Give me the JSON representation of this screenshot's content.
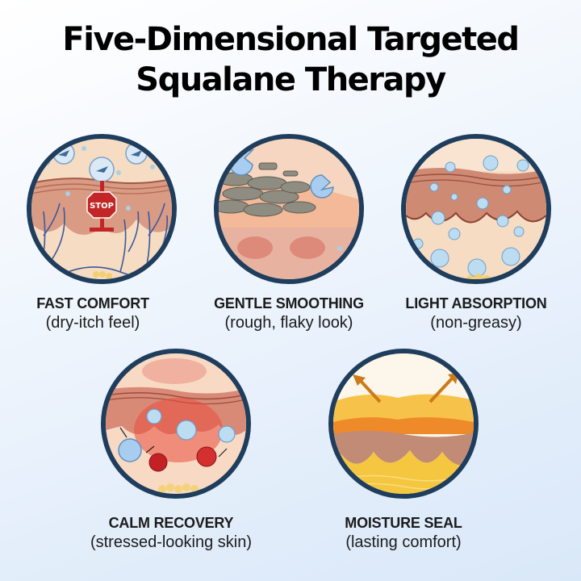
{
  "title": {
    "line1": "Five-Dimensional Targeted",
    "line2": "Squalane Therapy"
  },
  "benefits": [
    {
      "title": "FAST COMFORT",
      "subtitle": "(dry-itch feel)",
      "illustration": "skin-layer-with-shark-bubbles-and-stop-sign",
      "stop_text": "STOP"
    },
    {
      "title": "GENTLE SMOOTHING",
      "subtitle": "(rough, flaky look)",
      "illustration": "skin-layer-with-flakes-being-removed"
    },
    {
      "title": "LIGHT ABSORPTION",
      "subtitle": "(non-greasy)",
      "illustration": "skin-layer-with-absorbing-droplets"
    },
    {
      "title": "CALM RECOVERY",
      "subtitle": "(stressed-looking skin)",
      "illustration": "inflamed-skin-with-cells"
    },
    {
      "title": "MOISTURE SEAL",
      "subtitle": "(lasting comfort)",
      "illustration": "skin-with-golden-seal-layer"
    }
  ],
  "colors": {
    "circle_border": "#1f3d5c",
    "text": "#1b1b1b",
    "background_start": "#ffffff",
    "background_end": "#d9e8f8"
  }
}
